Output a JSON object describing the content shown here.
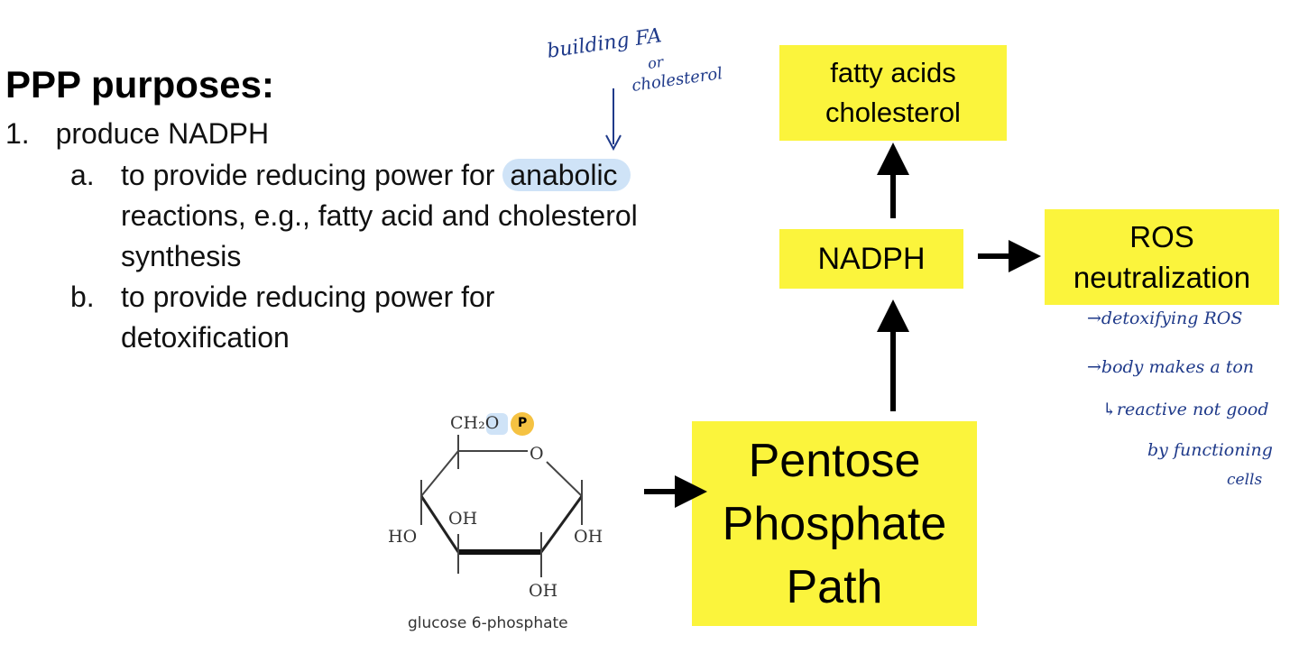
{
  "heading": "PPP purposes:",
  "item1": {
    "number": "1.",
    "text": "produce NADPH"
  },
  "sub_a": {
    "letter": "a.",
    "before": "to provide reducing power for",
    "highlight": "anabolic",
    "lines": [
      "reactions, e.g., fatty acid and cholesterol",
      "synthesis"
    ]
  },
  "sub_b": {
    "letter": "b.",
    "lines": [
      "to provide reducing power for",
      "detoxification"
    ]
  },
  "boxes": {
    "fatty_acids_line1": "fatty acids",
    "fatty_acids_line2": "cholesterol",
    "nadph": "NADPH",
    "ros_line1": "ROS",
    "ros_line2": "neutralization",
    "ppp_line1": "Pentose",
    "ppp_line2": "Phosphate",
    "ppp_line3": "Path"
  },
  "molecule": {
    "ch2o": "CH₂O",
    "phosphate": "P",
    "ring_o": "O",
    "ho_left": "HO",
    "oh_top": "OH",
    "oh_right": "OH",
    "oh_bottom": "OH",
    "caption": "glucose 6-phosphate"
  },
  "handwriting": {
    "top_line1": "building FA",
    "top_line2": "or",
    "top_line3": "cholesterol",
    "ros_notes": [
      "→detoxifying ROS",
      "→body makes a ton",
      "↳reactive not good",
      "by functioning",
      "cells"
    ]
  },
  "colors": {
    "box_yellow": "#fbf43c",
    "ink_blue": "#1f3a8a",
    "highlight_blue": "#cfe3f7"
  }
}
